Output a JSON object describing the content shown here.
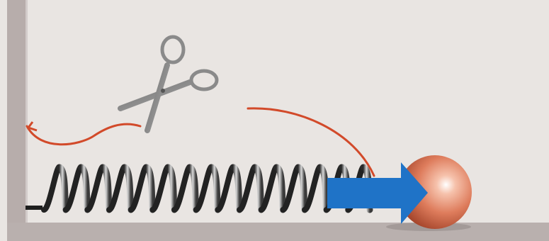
{
  "diagram": {
    "elements": [
      {
        "name": "wall",
        "color": "#b7adab"
      },
      {
        "name": "floor",
        "color": "#b9b0ae"
      },
      {
        "name": "background",
        "color": "#e9e5e2"
      },
      {
        "name": "compressed-spring",
        "color": "#8c8c8c"
      },
      {
        "name": "scissors-icon",
        "color": "#8a8a8a"
      },
      {
        "name": "cut-string-left",
        "color": "#d24a2a"
      },
      {
        "name": "cut-string-right",
        "color": "#d24a2a"
      },
      {
        "name": "ball",
        "color": "#e07a5a"
      },
      {
        "name": "force-arrow",
        "color": "#1f73c7"
      }
    ]
  }
}
